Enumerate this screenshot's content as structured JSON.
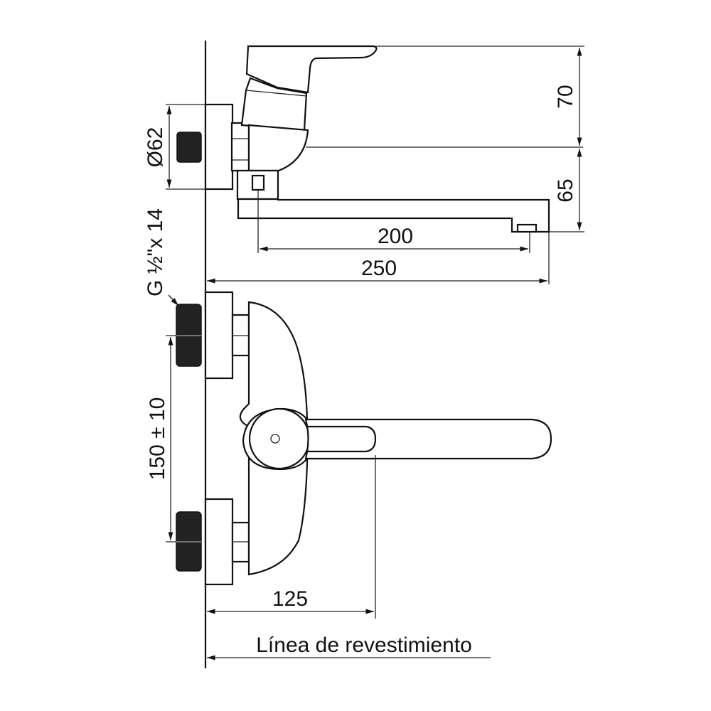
{
  "dimensions": {
    "handle_height": "70",
    "spout_height": "65",
    "spout_reach": "200",
    "total_length": "250",
    "plate_diameter": "Ø62",
    "thread": "G ½\"x 14",
    "inlet_spacing": "150 ± 10",
    "body_depth": "125"
  },
  "wall_line_label": "Línea de revestimiento",
  "colors": {
    "line": "#111111",
    "background": "#ffffff"
  }
}
